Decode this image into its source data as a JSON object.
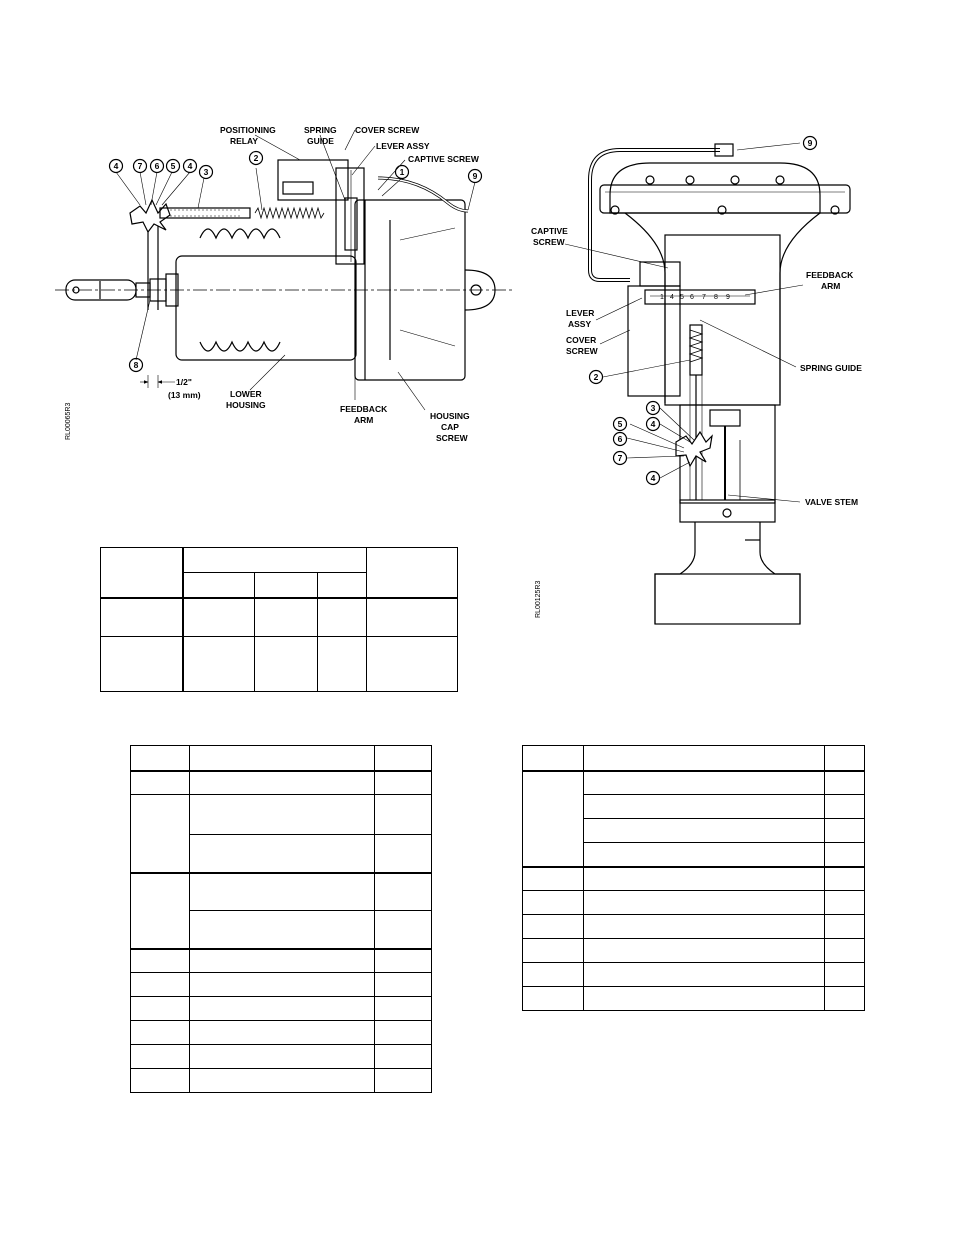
{
  "figure_left": {
    "labels": {
      "positioning_relay": [
        "POSITIONING",
        "RELAY"
      ],
      "spring_guide": [
        "SPRING",
        "GUIDE"
      ],
      "cover_screw": "COVER SCREW",
      "lever_assy": "LEVER ASSY",
      "captive_screw": "CAPTIVE SCREW",
      "lower_housing": [
        "LOWER",
        "HOUSING"
      ],
      "feedback_arm": [
        "FEEDBACK",
        "ARM"
      ],
      "housing_cap_screw": [
        "HOUSING",
        "CAP",
        "SCREW"
      ],
      "dimension": [
        "1/2\"",
        "(13 mm)"
      ]
    },
    "callouts": [
      "4",
      "7",
      "6",
      "5",
      "4",
      "3",
      "2",
      "1",
      "9",
      "8"
    ],
    "figure_code": "RL00065R3"
  },
  "figure_right": {
    "labels": {
      "captive_screw": [
        "CAPTIVE",
        "SCREW"
      ],
      "feedback_arm": [
        "FEEDBACK",
        "ARM"
      ],
      "lever_assy": [
        "LEVER",
        "ASSY"
      ],
      "cover_screw": [
        "COVER",
        "SCREW"
      ],
      "spring_guide": "SPRING GUIDE",
      "valve_stem": "VALVE STEM"
    },
    "callouts": [
      "9",
      "2",
      "3",
      "5",
      "4",
      "6",
      "7",
      "4"
    ],
    "scale_marks": [
      "1",
      "4",
      "5",
      "6",
      "7",
      "8",
      "9"
    ],
    "figure_code": "RL00125R3"
  }
}
